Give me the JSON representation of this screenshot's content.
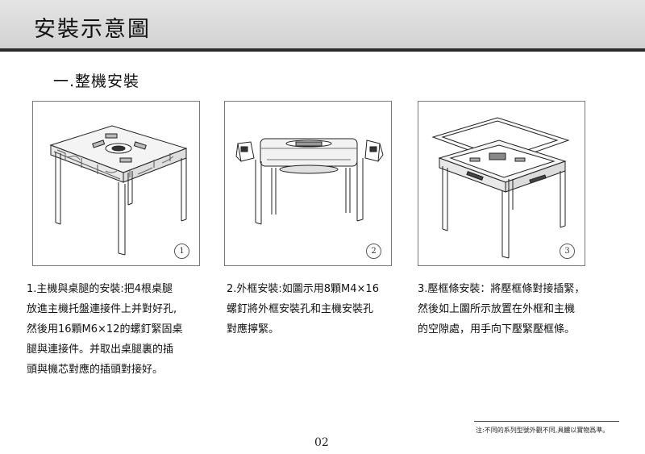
{
  "header": {
    "title": "安裝示意圖"
  },
  "section": {
    "title": "一.整機安裝"
  },
  "steps": [
    {
      "number": "1",
      "lines": [
        "1.主機與桌腿的安裝:把4根桌腿",
        "放進主機托盤連接件上并對好孔,",
        "然後用16顆M6×12的螺釘緊固桌",
        "腿與連接件。并取出桌腿裏的插",
        "頭與機芯對應的插頭對接好。"
      ]
    },
    {
      "number": "2",
      "lines": [
        "2.外框安裝:如圖示用8顆M4×16",
        "螺釘將外框安裝孔和主機安裝孔",
        "對應擰緊。"
      ]
    },
    {
      "number": "3",
      "lines": [
        "3.壓框條安裝：將壓框條對接插緊，",
        "然後如上圖所示放置在外框和主機",
        "的空隙處，用手向下壓緊壓框條。"
      ]
    }
  ],
  "footer": {
    "note": "注:不同的系列型號外觀不同,具體以實物爲準。",
    "page_number": "02"
  }
}
